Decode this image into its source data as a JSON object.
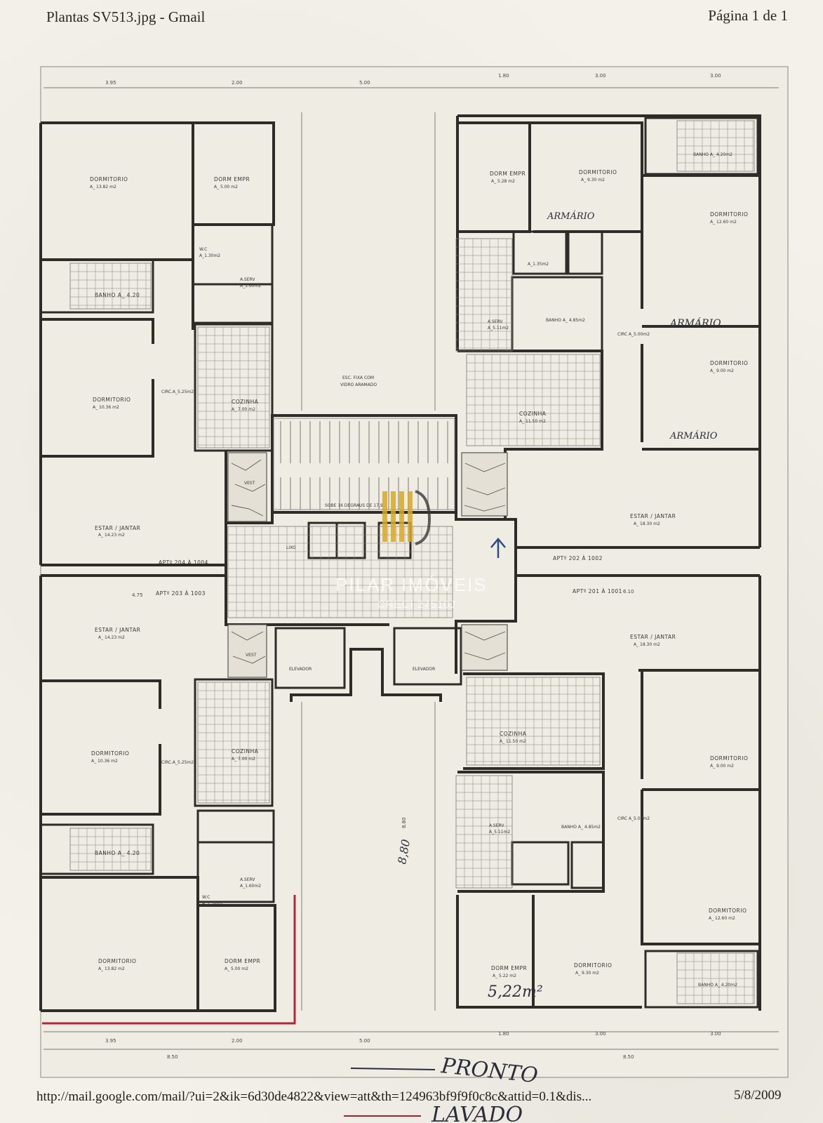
{
  "header": {
    "title": "Plantas SV513.jpg - Gmail",
    "page": "Página 1 de 1"
  },
  "footer": {
    "url": "http://mail.google.com/mail/?ui=2&ik=6d30de4822&view=att&th=124963bf9f9f0c8c&attid=0.1&dis...",
    "date": "5/8/2009"
  },
  "watermark": {
    "name": "PILAR IMÓVEIS",
    "creci": "CRECI 27510J",
    "color": "#d8a825"
  },
  "rooms_left_top": {
    "dormitorio_1": "DORMITORIO",
    "dormitorio_1_area": "A_ 13.82 m2",
    "dorm_empr": "DORM EMPR",
    "dorm_empr_area": "A_ 5.00 m2",
    "wc": "W.C",
    "wc_area": "A_1.30m2",
    "a_serv": "A.SERV",
    "a_serv_area": "A_1.60m2",
    "banho": "BANHO A_ 4.20",
    "dormitorio_2": "DORMITORIO",
    "dormitorio_2_area": "A_ 10.36 m2",
    "cozinha": "COZINHA",
    "cozinha_area": "A_ 7.00 m2",
    "circ": "CIRC.A_5.25m2",
    "estar": "ESTAR / JANTAR",
    "estar_area": "A_ 14.23 m2",
    "vest": "VEST",
    "apto": "APTº 204 À 1004"
  },
  "rooms_left_bottom": {
    "apto": "APTº 203 À 1003",
    "estar": "ESTAR / JANTAR",
    "estar_area": "A_ 14.23 m2",
    "dormitorio_1": "DORMITORIO",
    "dormitorio_1_area": "A_ 10.36 m2",
    "cozinha": "COZINHA",
    "cozinha_area": "A_ 7.00 m2",
    "circ": "CIRC.A_5.25m2",
    "banho": "BANHO A_ 4.20",
    "a_serv": "A.SERV",
    "a_serv_area": "A_1.60m2",
    "wc": "W.C",
    "wc_area": "A_1.30m2",
    "dormitorio_2": "DORMITORIO",
    "dormitorio_2_area": "A_ 13.82 m2",
    "dorm_empr": "DORM EMPR",
    "dorm_empr_area": "A_ 5.00 m2",
    "vest": "VEST"
  },
  "core": {
    "esc": "ESC. FIXA COM",
    "esc2": "VIDRO ARAMADO",
    "sobe": "SOBE 16 DEGRAUS DE 17,9",
    "lixo": "LIXO",
    "elevador_1": "ELEVADOR",
    "elevador_2": "ELEVADOR"
  },
  "rooms_right_top": {
    "dorm_empr": "DORM EMPR",
    "dorm_empr_area": "A_ 5.28 m2",
    "dormitorio_1": "DORMITORIO",
    "dormitorio_1_area": "A_ 9.30 m2",
    "banho_1": "BANHO A_ 4.20m2",
    "dormitorio_2": "DORMITORIO",
    "dormitorio_2_area": "A_ 12.60 m2",
    "wc_area": "A_1.35m2",
    "a_serv": "A.SERV",
    "a_serv_area": "A_5.11m2",
    "banho_2": "BANHO A_ 4.85m2",
    "circ": "CIRC A_5.00m2",
    "dormitorio_3": "DORMITORIO",
    "dormitorio_3_area": "A_ 9.00 m2",
    "cozinha": "COZINHA",
    "cozinha_area": "A_ 11.50 m2",
    "estar": "ESTAR / JANTAR",
    "estar_area": "A_ 18.30 m2",
    "apto": "APTº 202 À 1002"
  },
  "rooms_right_bottom": {
    "apto": "APTº 201 À 1001",
    "estar": "ESTAR / JANTAR",
    "estar_area": "A_ 18.30 m2",
    "cozinha": "COZINHA",
    "cozinha_area": "A_ 11.50 m2",
    "dormitorio_1": "DORMITORIO",
    "dormitorio_1_area": "A_ 9.00 m2",
    "a_serv": "A.SERV",
    "a_serv_area": "A_5.11m2",
    "banho_1": "BANHO A_ 4.85m2",
    "circ": "CIRC A_5.00m2",
    "dormitorio_2": "DORMITORIO",
    "dormitorio_2_area": "A_ 12.60 m2",
    "dorm_empr": "DORM EMPR",
    "dorm_empr_area": "A_ 5.22 m2",
    "dormitorio_3": "DORMITORIO",
    "dormitorio_3_area": "A_ 9.30 m2",
    "banho_2": "BANHO A_ 4.20m2"
  },
  "handwriting": {
    "armario_1": "ARMÁRIO",
    "armario_2": "ARMÁRIO",
    "armario_3": "ARMÁRIO",
    "area_note": "5,22m²",
    "depth_note": "8,80",
    "pronto": "PRONTO",
    "lavado": "LAVADO"
  },
  "dimensions": {
    "top": [
      "3.95",
      "2.00",
      "5.00",
      "1.80",
      "3.00",
      "3.00"
    ],
    "bottom": [
      "3.95",
      "2.00",
      "5.00",
      "1.80",
      "3.00",
      "3.00"
    ],
    "total_left": "8.50",
    "total_right": "8.50",
    "mid_left": "4.75",
    "mid_right": "6.10",
    "vert_center": "8.80"
  }
}
